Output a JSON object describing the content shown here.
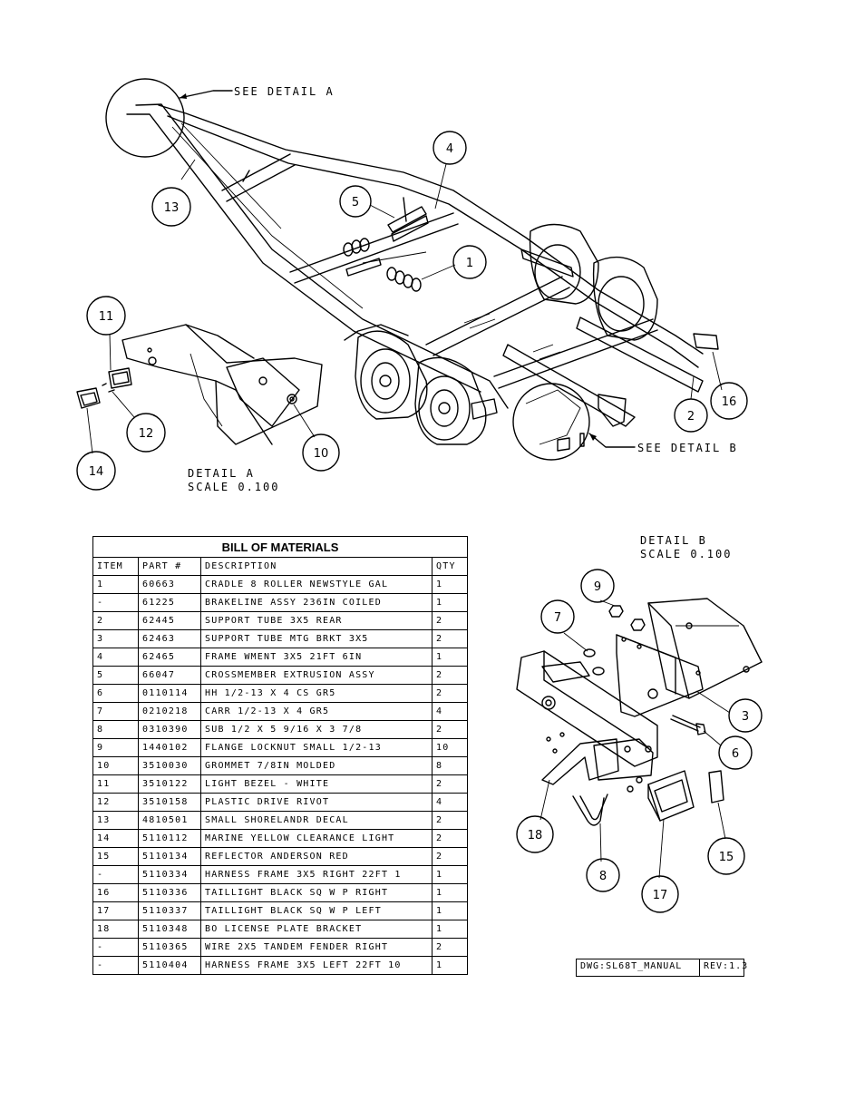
{
  "main_view": {
    "see_detail_a": "SEE DETAIL  A",
    "see_detail_b": "SEE DETAIL  B",
    "callouts": [
      "13",
      "5",
      "4",
      "1",
      "16",
      "2"
    ]
  },
  "detail_a": {
    "title": "DETAIL  A",
    "scale": "SCALE  0.100",
    "callouts": [
      "11",
      "12",
      "14",
      "10"
    ]
  },
  "detail_b": {
    "title": "DETAIL  B",
    "scale": "SCALE  0.100",
    "callouts": [
      "9",
      "7",
      "3",
      "6",
      "18",
      "8",
      "17",
      "15"
    ]
  },
  "bom": {
    "title": "BILL OF MATERIALS",
    "headers": [
      "ITEM",
      "PART #",
      "DESCRIPTION",
      "QTY"
    ],
    "rows": [
      [
        "1",
        "60663",
        "CRADLE  8 ROLLER  NEWSTYLE  GAL",
        "1"
      ],
      [
        "-",
        "61225",
        "BRAKELINE ASSY  236IN COILED",
        "1"
      ],
      [
        "2",
        "62445",
        "SUPPORT TUBE   3X5 REAR",
        "2"
      ],
      [
        "3",
        "62463",
        "SUPPORT TUBE MTG BRKT 3X5",
        "2"
      ],
      [
        "4",
        "62465",
        "FRAME WMENT 3X5 21FT 6IN",
        "1"
      ],
      [
        "5",
        "66047",
        "CROSSMEMBER EXTRUSION ASSY",
        "2"
      ],
      [
        "6",
        "0110114",
        "HH 1/2-13 X 4 CS GR5",
        "2"
      ],
      [
        "7",
        "0210218",
        "CARR 1/2-13 X 4 GR5",
        "4"
      ],
      [
        "8",
        "0310390",
        "SUB 1/2 X 5 9/16 X 3 7/8",
        "2"
      ],
      [
        "9",
        "1440102",
        "FLANGE LOCKNUT SMALL 1/2-13",
        "10"
      ],
      [
        "10",
        "3510030",
        "GROMMET  7/8IN MOLDED",
        "8"
      ],
      [
        "11",
        "3510122",
        "LIGHT BEZEL - WHITE",
        "2"
      ],
      [
        "12",
        "3510158",
        "PLASTIC DRIVE RIVOT",
        "4"
      ],
      [
        "13",
        "4810501",
        "SMALL SHORELANDR DECAL",
        "2"
      ],
      [
        "14",
        "5110112",
        "MARINE YELLOW CLEARANCE LIGHT",
        "2"
      ],
      [
        "15",
        "5110134",
        "REFLECTOR ANDERSON RED",
        "2"
      ],
      [
        "-",
        "5110334",
        "HARNESS   FRAME 3X5 RIGHT 22FT 1",
        "1"
      ],
      [
        "16",
        "5110336",
        "TAILLIGHT   BLACK SQ  W P  RIGHT",
        "1"
      ],
      [
        "17",
        "5110337",
        "TAILLIGHT   BLACK SQ  W P  LEFT",
        "1"
      ],
      [
        "18",
        "5110348",
        "BO LICENSE PLATE BRACKET",
        "1"
      ],
      [
        "-",
        "5110365",
        "WIRE   2X5 TANDEM FENDER   RIGHT",
        "2"
      ],
      [
        "-",
        "5110404",
        "HARNESS   FRAME 3X5 LEFT 22FT 10",
        "1"
      ]
    ]
  },
  "title_block": {
    "dwg": "DWG:SL68T_MANUAL",
    "rev": "REV:1.3"
  }
}
